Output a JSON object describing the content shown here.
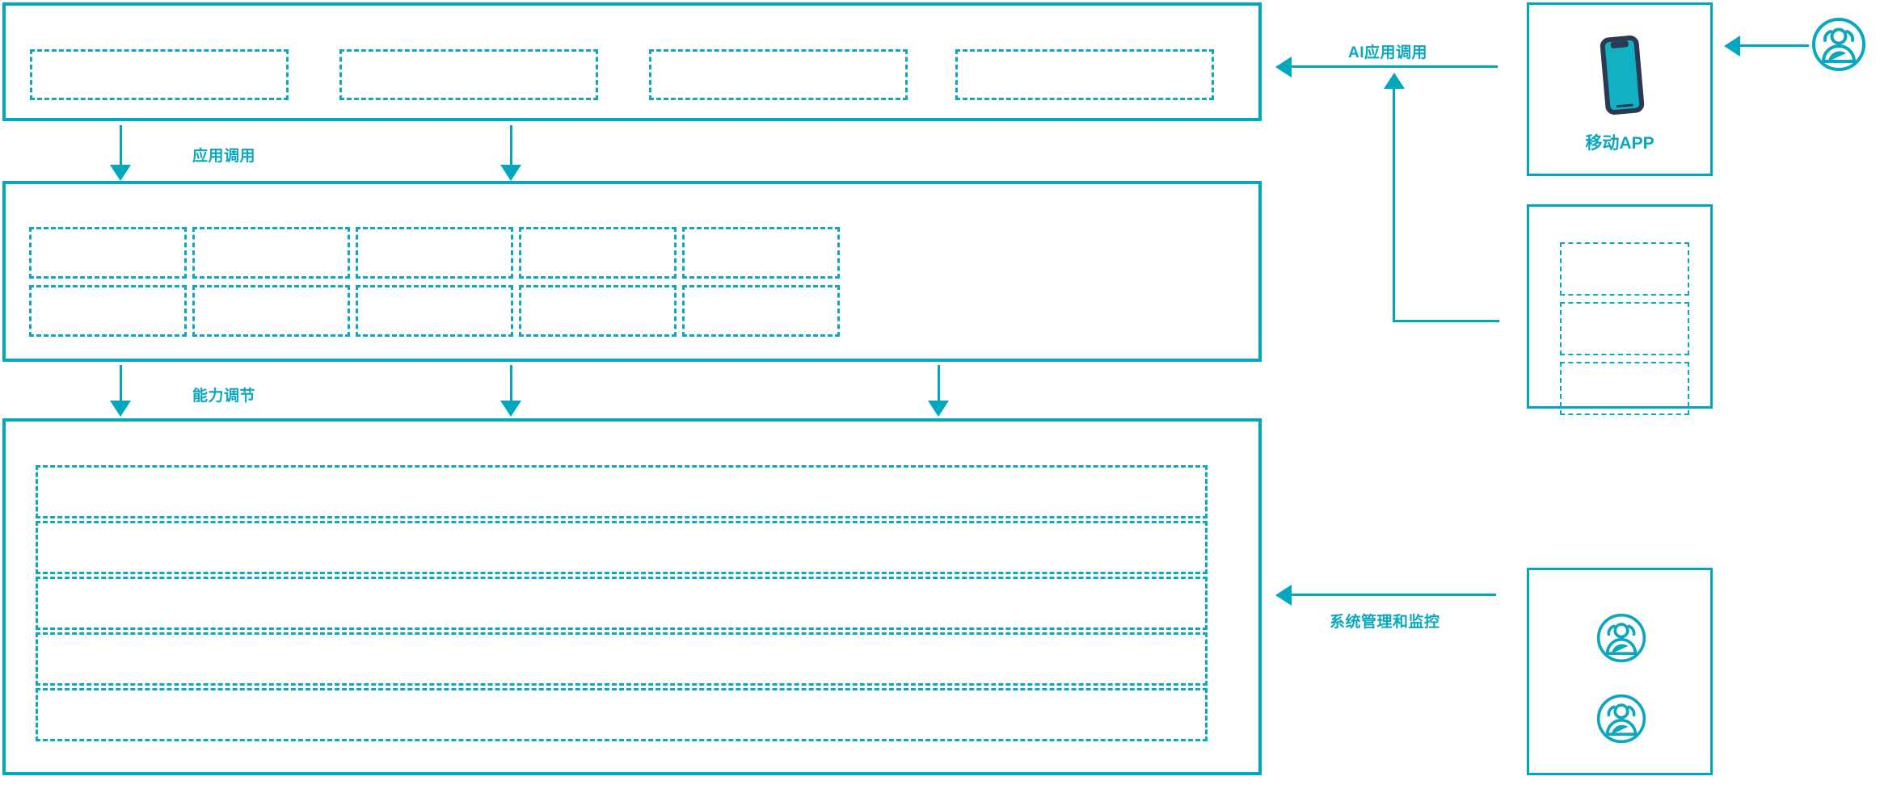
{
  "diagram": {
    "accent_color": "#00a7bd",
    "label_color": "#0aa7bd",
    "phone_frame_color": "#2b3a52",
    "phone_screen_color": "#12b0c4",
    "background": "#ffffff"
  },
  "layers": {
    "application_layer": {
      "name": "application-layer",
      "slots": [
        {
          "id": "app-slot-1",
          "label": ""
        },
        {
          "id": "app-slot-2",
          "label": ""
        },
        {
          "id": "app-slot-3",
          "label": ""
        },
        {
          "id": "app-slot-4",
          "label": ""
        }
      ]
    },
    "capability_layer": {
      "name": "capability-layer",
      "columns": 5,
      "rows": 2,
      "slots": [
        {
          "id": "cap-slot-r1c1",
          "label": ""
        },
        {
          "id": "cap-slot-r1c2",
          "label": ""
        },
        {
          "id": "cap-slot-r1c3",
          "label": ""
        },
        {
          "id": "cap-slot-r1c4",
          "label": ""
        },
        {
          "id": "cap-slot-r1c5",
          "label": ""
        },
        {
          "id": "cap-slot-r2c1",
          "label": ""
        },
        {
          "id": "cap-slot-r2c2",
          "label": ""
        },
        {
          "id": "cap-slot-r2c3",
          "label": ""
        },
        {
          "id": "cap-slot-r2c4",
          "label": ""
        },
        {
          "id": "cap-slot-r2c5",
          "label": ""
        }
      ]
    },
    "platform_layer": {
      "name": "platform-layer",
      "rows": [
        {
          "id": "platform-row-1",
          "label": ""
        },
        {
          "id": "platform-row-2",
          "label": ""
        },
        {
          "id": "platform-row-3",
          "label": ""
        },
        {
          "id": "platform-row-4",
          "label": ""
        },
        {
          "id": "platform-row-5",
          "label": ""
        }
      ]
    }
  },
  "connectors": [
    {
      "id": "app-call",
      "label": "应用调用",
      "direction": "down"
    },
    {
      "id": "capability-adjust",
      "label": "能力调节",
      "direction": "down"
    },
    {
      "id": "ai-app-call",
      "label": "AI应用调用",
      "direction": "left"
    },
    {
      "id": "system-admin-monitor",
      "label": "系统管理和监控",
      "direction": "left"
    }
  ],
  "side_panels": {
    "mobile_app": {
      "id": "mobile-app-panel",
      "caption": "移动APP",
      "icon": "smartphone-icon"
    },
    "service_panel": {
      "id": "service-panel",
      "caption": "",
      "slots": [
        {
          "id": "service-slot-1",
          "label": ""
        },
        {
          "id": "service-slot-2",
          "label": ""
        },
        {
          "id": "service-slot-3",
          "label": ""
        }
      ]
    },
    "admin_panel": {
      "id": "admin-panel",
      "caption": "",
      "icons": [
        "user-group-icon",
        "user-group-icon"
      ]
    },
    "external_user": {
      "id": "external-user",
      "icon": "user-group-icon",
      "label": ""
    }
  }
}
